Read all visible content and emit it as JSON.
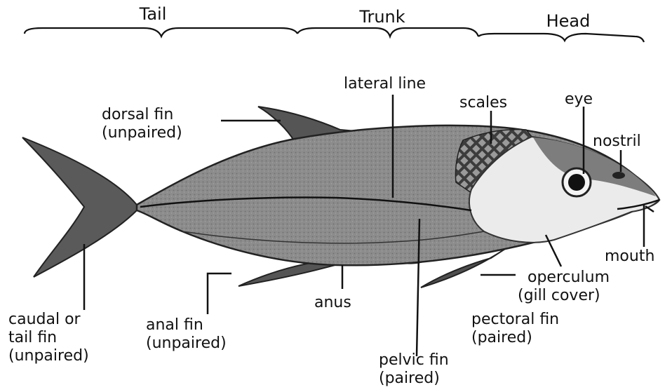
{
  "sections": {
    "tail": "Tail",
    "trunk": "Trunk",
    "head": "Head"
  },
  "labels": {
    "lateral_line": "lateral line",
    "scales": "scales",
    "eye": "eye",
    "dorsal_fin": [
      "dorsal fin",
      "(unpaired)"
    ],
    "nostril": "nostril",
    "mouth": "mouth",
    "operculum": [
      "operculum",
      "(gill cover)"
    ],
    "pectoral_fin": [
      "pectoral fin",
      "(paired)"
    ],
    "pelvic_fin": [
      "pelvic fin",
      "(paired)"
    ],
    "anus": "anus",
    "anal_fin": [
      "anal fin",
      "(unpaired)"
    ],
    "caudal_fin": [
      "caudal or",
      "tail fin",
      "(unpaired)"
    ]
  },
  "colors": {
    "body": "#8a8a8a",
    "fins": "#555555",
    "gill_cover": "#ebebeb",
    "ink": "#111111"
  }
}
